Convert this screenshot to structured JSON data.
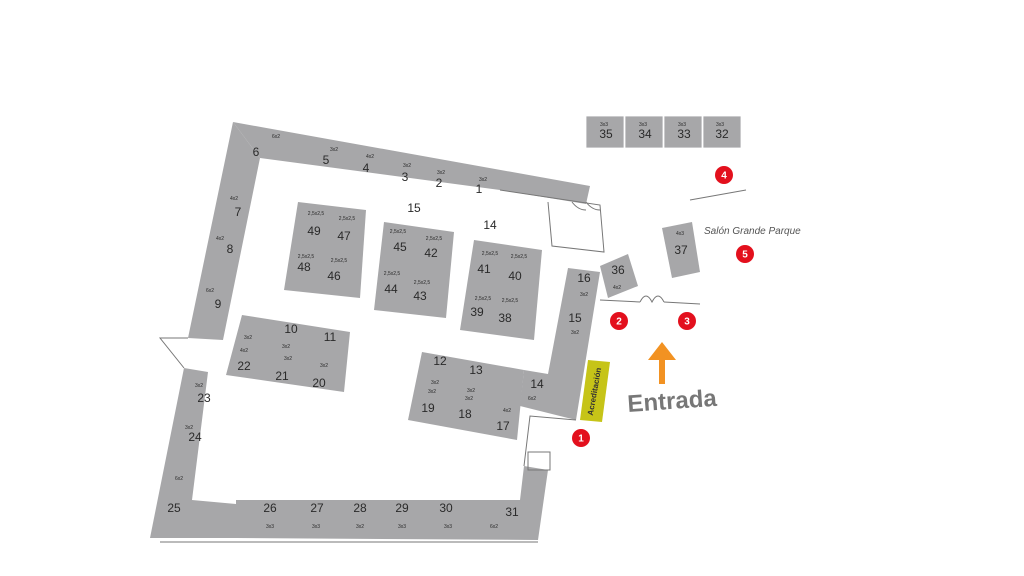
{
  "colors": {
    "booth": "#a7a7a9",
    "marker": "#e3101d",
    "accreditation": "#c6c418",
    "entrance_arrow": "#f29222",
    "entrance_text": "#777777"
  },
  "aisles": [
    "15",
    "14"
  ],
  "venue_label": "Salón Grande Parque",
  "entrance_label": "Entrada",
  "accreditation_label": "Acreditación",
  "markers": [
    "1",
    "2",
    "3",
    "4",
    "5"
  ],
  "booths": [
    {
      "num": "35",
      "size": "3x3"
    },
    {
      "num": "34",
      "size": "3x3"
    },
    {
      "num": "33",
      "size": "3x3"
    },
    {
      "num": "32",
      "size": "3x3"
    },
    {
      "num": "37",
      "size": "4x3"
    },
    {
      "num": "36",
      "size": "4x2"
    },
    {
      "num": "6",
      "size": "6x2"
    },
    {
      "num": "5",
      "size": "3x2"
    },
    {
      "num": "4",
      "size": "4x2"
    },
    {
      "num": "3",
      "size": "3x2"
    },
    {
      "num": "2",
      "size": "3x2"
    },
    {
      "num": "1",
      "size": "3x2"
    },
    {
      "num": "7",
      "size": "4x2"
    },
    {
      "num": "8",
      "size": "4x2"
    },
    {
      "num": "9",
      "size": "6x2"
    },
    {
      "num": "49",
      "size": "2,5x2,5"
    },
    {
      "num": "47",
      "size": "2,5x2,5"
    },
    {
      "num": "48",
      "size": "2,5x2,5"
    },
    {
      "num": "46",
      "size": "2,5x2,5"
    },
    {
      "num": "45",
      "size": "2,5x2,5"
    },
    {
      "num": "42",
      "size": "2,5x2,5"
    },
    {
      "num": "44",
      "size": "2,5x2,5"
    },
    {
      "num": "43",
      "size": "2,5x2,5"
    },
    {
      "num": "41",
      "size": "2,5x2,5"
    },
    {
      "num": "40",
      "size": "2,5x2,5"
    },
    {
      "num": "39",
      "size": "2,5x2,5"
    },
    {
      "num": "38",
      "size": "2,5x2,5"
    },
    {
      "num": "16",
      "size": "3x2"
    },
    {
      "num": "15",
      "size": "3x2"
    },
    {
      "num": "14",
      "size": "6x2"
    },
    {
      "num": "10",
      "size": "3x2"
    },
    {
      "num": "11",
      "size": "3x2"
    },
    {
      "num": "22",
      "size": "4x2"
    },
    {
      "num": "21",
      "size": "3x2"
    },
    {
      "num": "20",
      "size": "3x2"
    },
    {
      "num": "12",
      "size": "3x2"
    },
    {
      "num": "13",
      "size": "3x2"
    },
    {
      "num": "19",
      "size": "3x2"
    },
    {
      "num": "18",
      "size": "3x2"
    },
    {
      "num": "17",
      "size": "4x2"
    },
    {
      "num": "23",
      "size": "3x2"
    },
    {
      "num": "24",
      "size": "3x2"
    },
    {
      "num": "25",
      "size": "6x2"
    },
    {
      "num": "26",
      "size": "3x3"
    },
    {
      "num": "27",
      "size": "3x3"
    },
    {
      "num": "28",
      "size": "3x2"
    },
    {
      "num": "29",
      "size": "3x3"
    },
    {
      "num": "30",
      "size": "3x3"
    },
    {
      "num": "31",
      "size": "6x2"
    }
  ]
}
